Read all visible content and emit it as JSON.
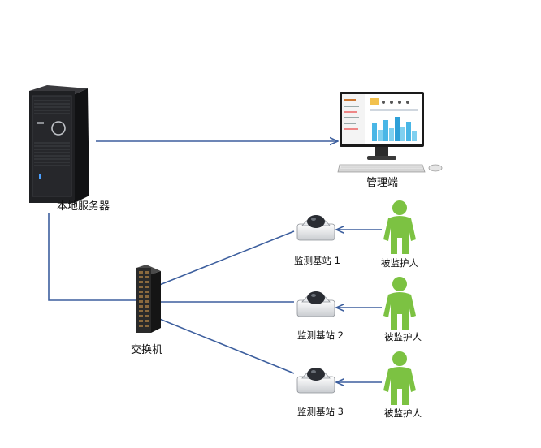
{
  "nodes": {
    "server": {
      "label": "本地服务器"
    },
    "management": {
      "label": "管理端"
    },
    "switch": {
      "label": "交换机"
    },
    "stations": [
      {
        "label": "监测基站 1"
      },
      {
        "label": "监测基站 2"
      },
      {
        "label": "监测基站 3"
      }
    ],
    "persons": [
      {
        "label": "被监护人"
      },
      {
        "label": "被监护人"
      },
      {
        "label": "被监护人"
      }
    ]
  },
  "edges": [
    {
      "from": "server",
      "to": "management"
    },
    {
      "from": "server",
      "to": "switch"
    },
    {
      "from": "switch",
      "to": "station-1"
    },
    {
      "from": "switch",
      "to": "station-2"
    },
    {
      "from": "switch",
      "to": "station-3"
    },
    {
      "from": "person-1",
      "to": "station-1"
    },
    {
      "from": "person-2",
      "to": "station-2"
    },
    {
      "from": "person-3",
      "to": "station-3"
    }
  ],
  "colors": {
    "link": "#3d5f9e",
    "person": "#7cc242",
    "server": "#1c1c1e",
    "switch": "#2a2a2a"
  },
  "icons": {
    "server": "tower-server-icon",
    "management": "desktop-monitor-icon",
    "switch": "network-switch-icon",
    "station": "dome-camera-icon",
    "person": "person-silhouette-icon"
  }
}
